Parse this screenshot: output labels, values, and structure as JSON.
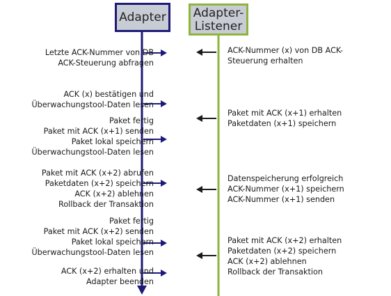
{
  "header": {
    "adapter": "Adapter",
    "listener_line1": "Adapter-",
    "listener_line2": "Listener"
  },
  "colors": {
    "adapter_line": "#1e1a78",
    "listener_line": "#8fb43c",
    "arrow": "#1e1a78",
    "listener_arrow": "#1a1a1a",
    "box_fill": "#c8ccd4"
  },
  "adapter_notes": [
    [
      "Letzte ACK-Nummer von DB",
      "ACK-Steuerung abfragen"
    ],
    [
      "ACK (x) bestätigen und",
      "Überwachungstool-Daten lesen"
    ],
    [
      "Paket fertig",
      "Paket mit ACK (x+1) senden",
      "Paket lokal speichern",
      "Überwachungstool-Daten lesen"
    ],
    [
      "Paket mit ACK (x+2) abrufen",
      "Paketdaten (x+2) speichern",
      "ACK (x+2) ablehnen",
      "Rollback der Transaktion"
    ],
    [
      "Paket fertig",
      "Paket mit ACK (x+2) senden",
      "Paket lokal speichern",
      "Überwachungstool-Daten lesen"
    ],
    [
      "ACK (x+2) erhalten und",
      "Adapter beenden"
    ]
  ],
  "listener_notes": [
    [
      "ACK-Nummer (x) von DB ACK-",
      "Steuerung erhalten"
    ],
    [
      "Paket mit ACK (x+1) erhalten",
      "Paketdaten (x+1) speichern"
    ],
    [
      "Datenspeicherung erfolgreich",
      "ACK-Nummer (x+1) speichern",
      "ACK-Nummer (x+1) senden"
    ],
    [
      "Paket mit ACK (x+2) erhalten",
      "Paketdaten (x+2) speichern",
      "ACK (x+2) ablehnen",
      "Rollback der Transaktion"
    ]
  ]
}
